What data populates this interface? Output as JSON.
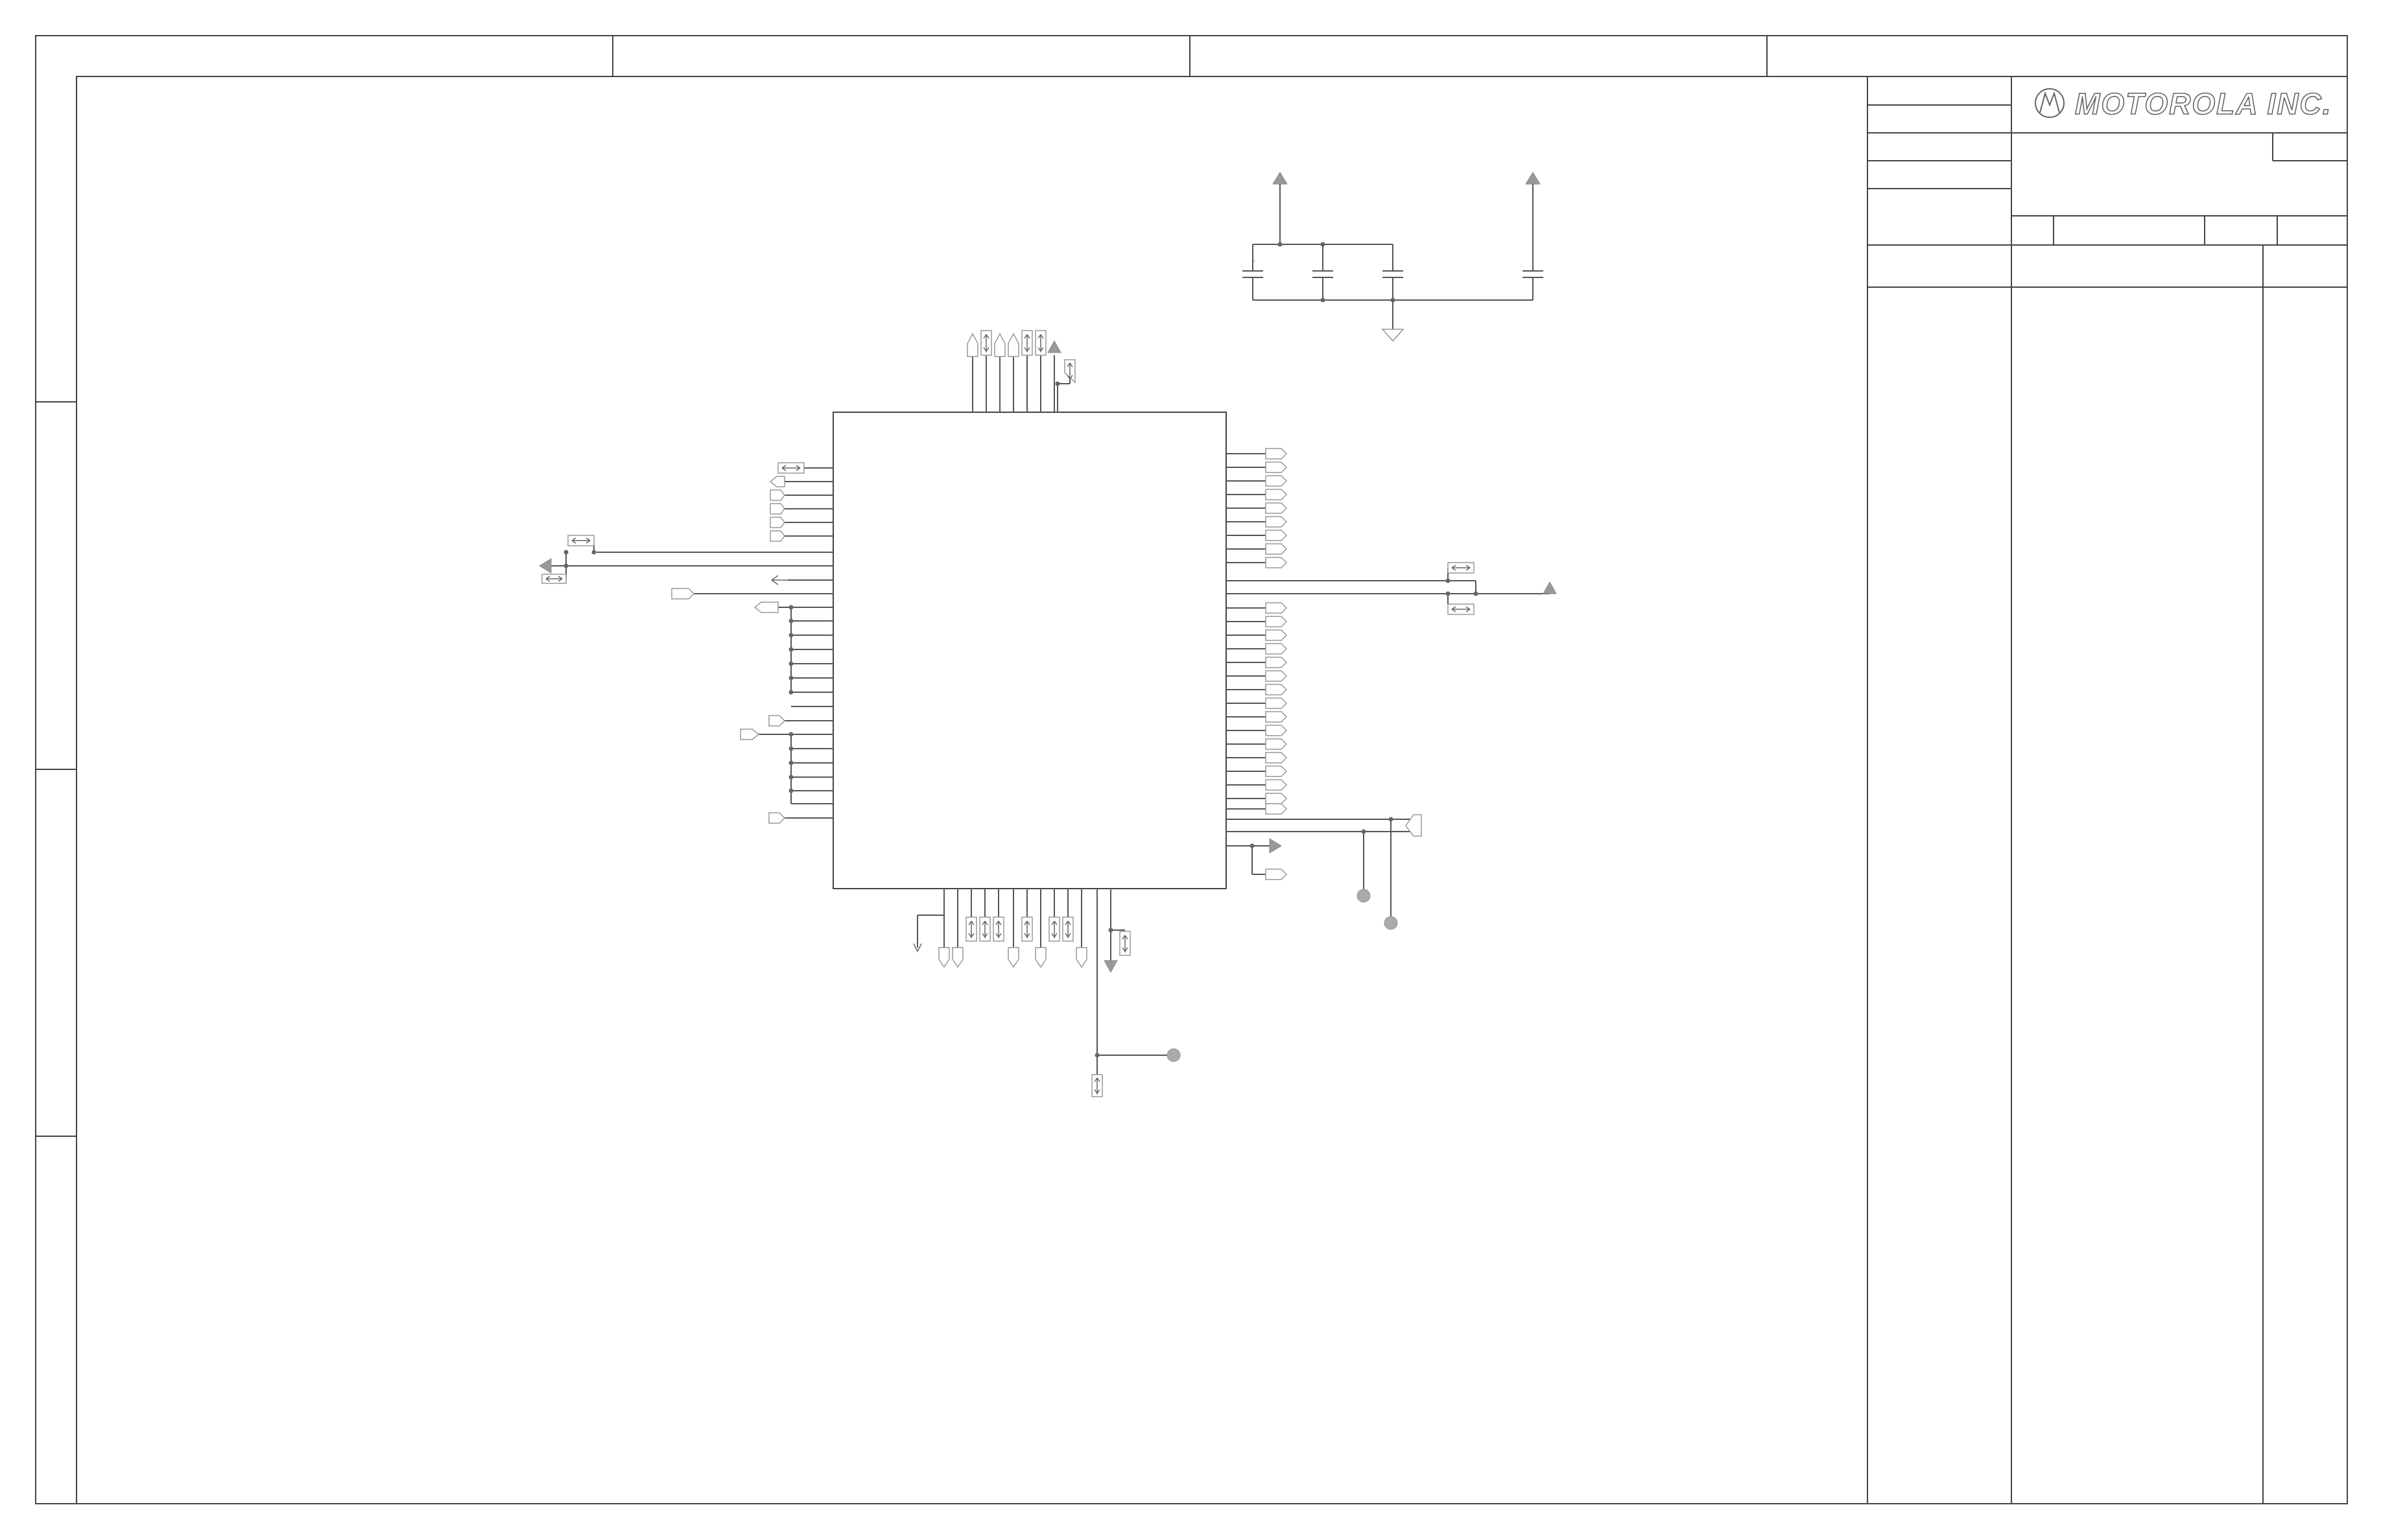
{
  "document": {
    "type": "schematic-sheet"
  },
  "title_block": {
    "company": "MOTOROLA INC.",
    "logo_icon": "motorola-batwing-logo"
  },
  "colors": {
    "line": "#555555",
    "flag_fill": "#ffffff",
    "symbol_fill": "#999999",
    "test_point": "#aaaaaa",
    "background": "#ffffff"
  }
}
